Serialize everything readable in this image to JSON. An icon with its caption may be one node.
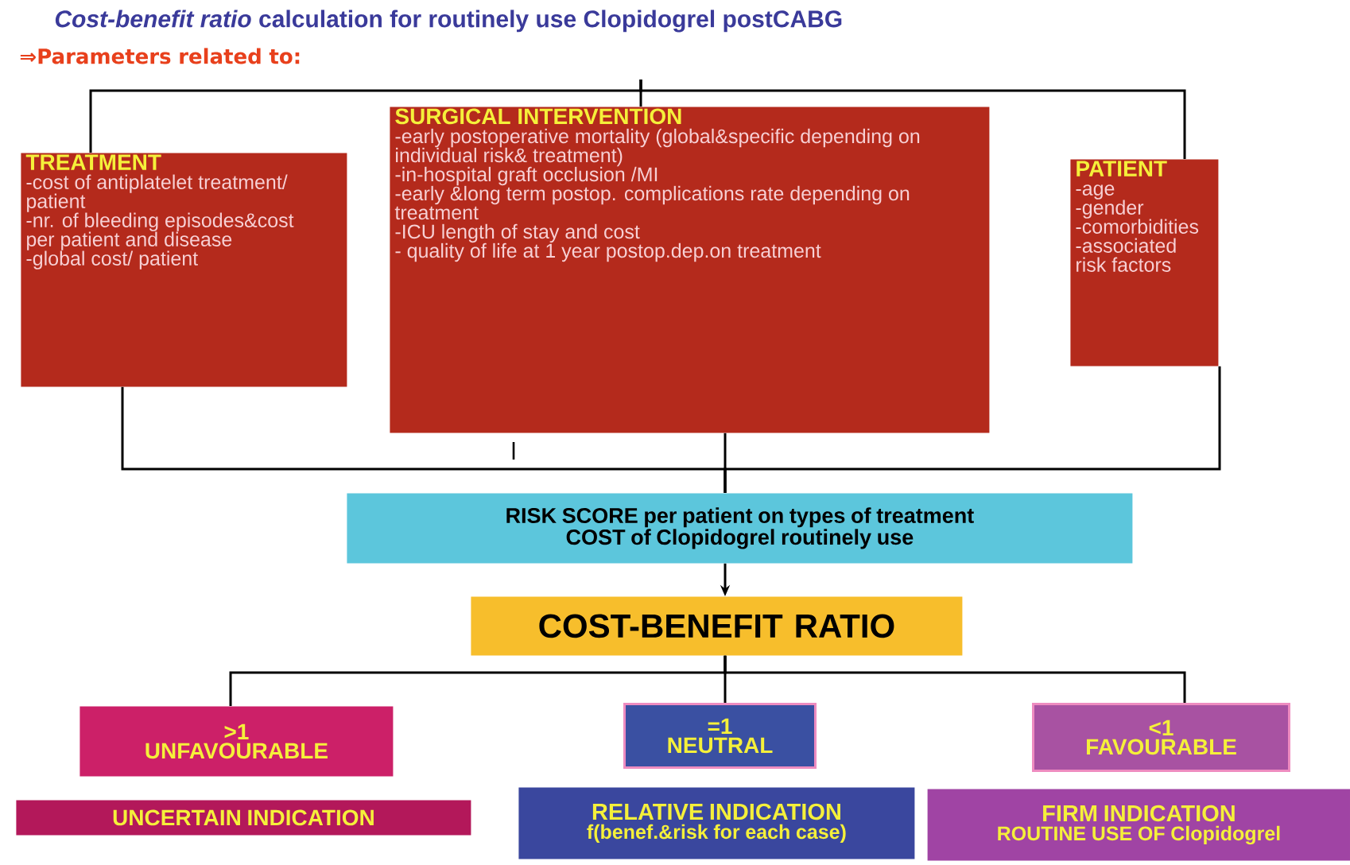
{
  "diagram": {
    "title": "*Cost-benefit ratio* calculation for routinely use Clopidogrel postCABG",
    "nodes": [
      {
        "text": [
          "⇒Parameters related to:"
        ]
      },
      {
        "text": [
          "TREATMENT",
          "-cost of antiplatelet treatment/ patient",
          "-nr. of bleeding episodes&cost per patient and disease",
          "-global cost/ patient"
        ]
      },
      {
        "text": [
          "SURGICAL INTERVENTION",
          "-early postoperative mortality (global&specific depending on individual risk& treatment)",
          "-in-hospital graft occlusion /MI",
          "-early &long term postop. complications rate depending on treatment",
          "-ICU length of stay and cost",
          "- quality of life at 1 year postop.dep.on treatment"
        ]
      },
      {
        "text": [
          "PATIENT",
          "-age",
          "-gender",
          "-comorbidities",
          "-associated risk factors"
        ]
      },
      {
        "text": [
          "RISK SCORE per patient on types of treatment",
          "COST of Clopidogrel routinely use"
        ]
      },
      {
        "text": [
          "COST-BENEFIT RATIO"
        ]
      },
      {
        "text": [
          ">1",
          "UNFAVOURABLE"
        ]
      },
      {
        "text": [
          "=1",
          "NEUTRAL"
        ]
      },
      {
        "text": [
          "<1",
          "FAVOURABLE"
        ]
      },
      {
        "text": [
          "UNCERTAIN INDICATION"
        ]
      },
      {
        "text": [
          "RELATIVE INDICATION",
          "f(benef.&risk for each case)"
        ]
      },
      {
        "text": [
          "FIRM INDICATION",
          "ROUTINE USE OF Clopidogrel"
        ]
      }
    ],
    "edges": [
      {
        "from": null,
        "to": 1,
        "arrow": "none"
      },
      {
        "from": null,
        "to": 2,
        "arrow": "none"
      },
      {
        "from": null,
        "to": 3,
        "arrow": "none"
      },
      {
        "from": 1,
        "to": 4,
        "arrow": "none"
      },
      {
        "from": 2,
        "to": 4,
        "arrow": "none"
      },
      {
        "from": 3,
        "to": 4,
        "arrow": "none"
      },
      {
        "from": 4,
        "to": 5,
        "arrow": "to"
      },
      {
        "from": 5,
        "to": 6,
        "arrow": "none"
      },
      {
        "from": 5,
        "to": 7,
        "arrow": "none"
      },
      {
        "from": 5,
        "to": 8,
        "arrow": "none"
      }
    ]
  }
}
